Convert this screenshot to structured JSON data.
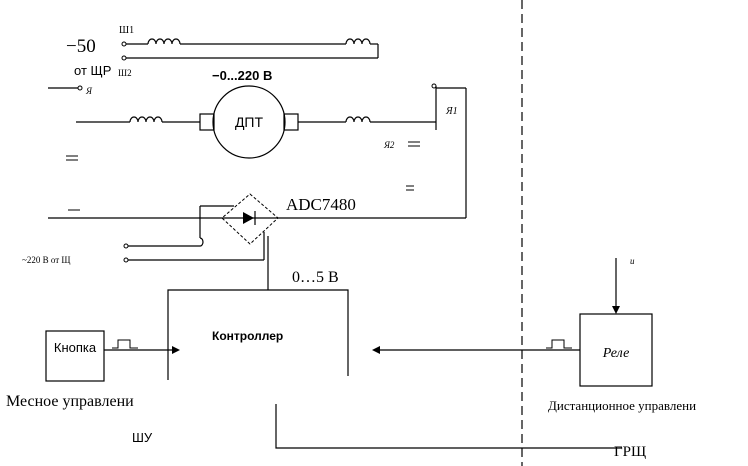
{
  "labels": {
    "supply_neg50": "−50",
    "sh1": "Ш1",
    "sh2": "Ш2",
    "from_shchr": "от ЩР",
    "ya": "Я",
    "motor_voltage": "−0...220 В",
    "motor": "ДПТ",
    "ya1": "Я1",
    "ya2": "Я2",
    "adc": "ADC7480",
    "ac_input": "~220 В от Щ",
    "controller_supply": "0…5 В",
    "controller": "Контроллер",
    "button": "Кнопка",
    "relay": "Реле",
    "local_control": "Месное управлени",
    "remote_control": "Дистанционное управлени",
    "shu": "ШУ",
    "grshch": "ГРЩ",
    "u_arrow": "u"
  }
}
